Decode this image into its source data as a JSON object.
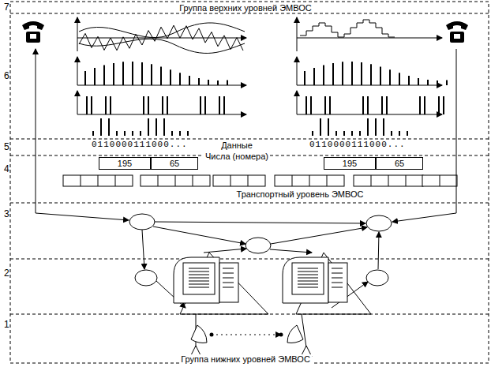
{
  "diagram": {
    "nodes": [
      {
        "text": [
          "195"
        ]
      },
      {
        "text": [
          "65"
        ]
      },
      {
        "text": [
          "195"
        ]
      },
      {
        "text": [
          "65"
        ]
      }
    ],
    "labels": [
      "7",
      "6",
      "5",
      "4",
      "3",
      "2",
      "1",
      "Группа верхних уровней ЭМВОС",
      "0110000111000...",
      "0110000111000...",
      "Данные",
      "Числа (номера)",
      "Транспортный уровень ЭМВОС",
      "Группа нижних уровней ЭМВОС"
    ]
  }
}
